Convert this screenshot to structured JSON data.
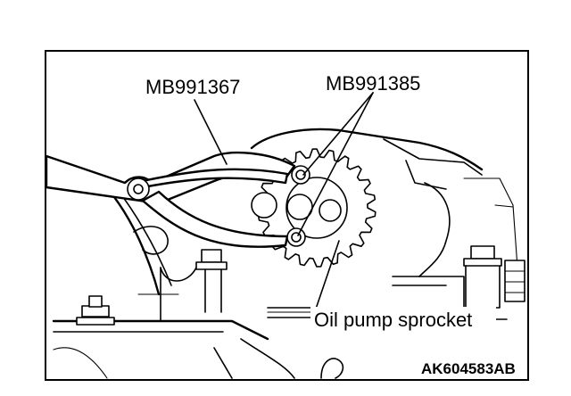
{
  "callouts": {
    "tool_1": "MB991367",
    "tool_2": "MB991385",
    "component": "Oil pump sprocket"
  },
  "figure_code": "AK604583AB"
}
